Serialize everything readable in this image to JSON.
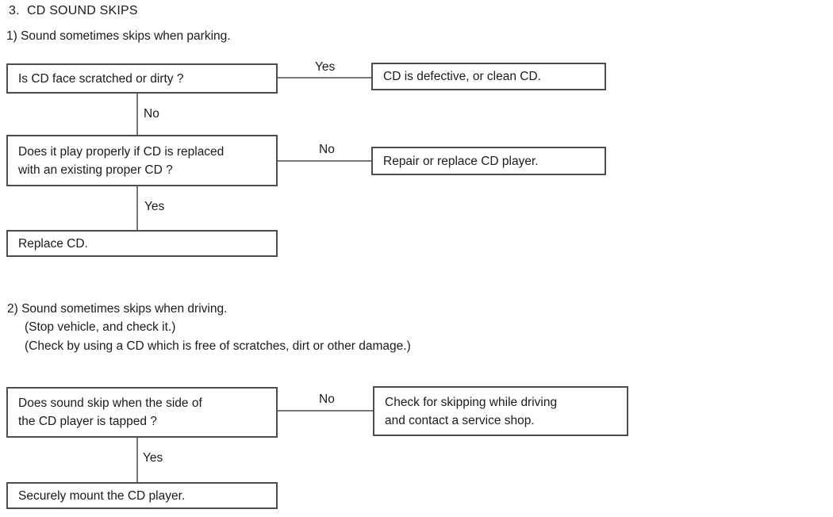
{
  "title": "3.  CD SOUND SKIPS",
  "colors": {
    "background": "#ffffff",
    "box_border": "#4d4d4d",
    "connector_line": "#777777",
    "text": "#1b1b1b"
  },
  "section1": {
    "heading": "1) Sound sometimes skips when parking.",
    "flow": {
      "q1": "Is CD face scratched or dirty ?",
      "yes1_label": "Yes",
      "yes1_result": "CD is defective, or clean CD.",
      "no1_label": "No",
      "q2_line1": "Does it play properly if CD is replaced",
      "q2_line2": "with an existing proper CD ?",
      "no2_label": "No",
      "no2_result": "Repair or replace CD player.",
      "yes2_label": "Yes",
      "yes2_result": "Replace CD."
    }
  },
  "section2": {
    "heading": "2) Sound sometimes skips when driving.",
    "note1": "(Stop vehicle, and check it.)",
    "note2": "(Check by using a CD which is free of scratches, dirt or other damage.)",
    "flow": {
      "q1_line1": "Does sound skip when the side of",
      "q1_line2": "the CD player is tapped ?",
      "no1_label": "No",
      "no1_result_line1": "Check for skipping while driving",
      "no1_result_line2": "and contact a service shop.",
      "yes1_label": "Yes",
      "yes1_result": "Securely mount the CD player."
    }
  }
}
